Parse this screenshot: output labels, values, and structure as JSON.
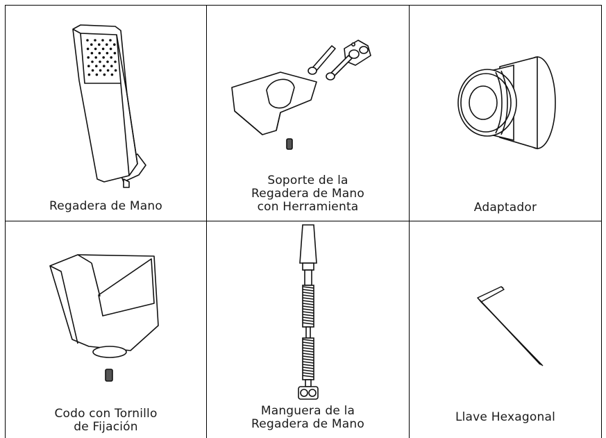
{
  "parts": [
    {
      "name": "Regadera de Mano"
    },
    {
      "name": "Soporte de la\nRegadera de Mano\ncon Herramienta"
    },
    {
      "name": "Adaptador"
    },
    {
      "name": "Codo con Tornillo\nde Fijación"
    },
    {
      "name": "Manguera de la\nRegadera de Mano"
    },
    {
      "name": "Llave Hexagonal"
    }
  ]
}
